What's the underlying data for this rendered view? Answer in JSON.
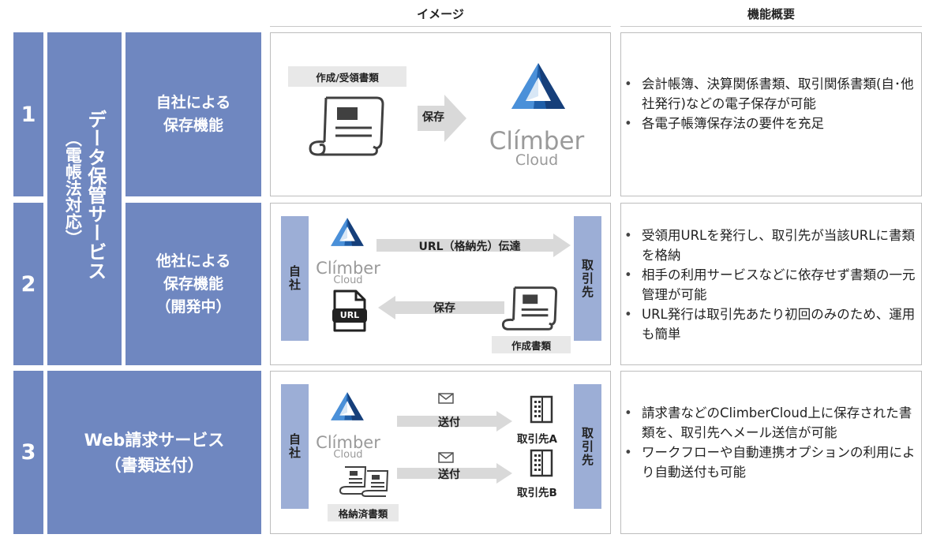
{
  "headers": {
    "image": "イメージ",
    "overview": "機能概要"
  },
  "category_vertical": "データ保管サービス",
  "category_sub": "（電帳法対応）",
  "rows": [
    {
      "num": "1",
      "service": [
        "自社による",
        "保存機能"
      ]
    },
    {
      "num": "2",
      "service": [
        "他社による",
        "保存機能",
        "（開発中）"
      ]
    },
    {
      "num": "3",
      "service": [
        "Web請求サービス",
        "（書類送付）"
      ]
    }
  ],
  "row1_image": {
    "doc_label": "作成/受領書類",
    "arrow_label": "保存",
    "logo": {
      "main": "Clímber",
      "sub": "Cloud"
    }
  },
  "row2_image": {
    "left_band": "自社",
    "right_band": "取引先",
    "logo": {
      "main": "Clímber",
      "sub": "Cloud"
    },
    "top_arrow": "URL（格納先）伝達",
    "bottom_arrow": "保存",
    "url_file": "URL",
    "doc_label": "作成書類"
  },
  "row3_image": {
    "left_band": "自社",
    "right_band": "取引先",
    "logo": {
      "main": "Clímber",
      "sub": "Cloud"
    },
    "send_label_1": "送付",
    "send_label_2": "送付",
    "partner_a": "取引先A",
    "partner_b": "取引先B",
    "docs_label": "格納済書類"
  },
  "descriptions": [
    [
      "会計帳簿、決算関係書類、取引関係書類(自･他社発行)などの電子保存が可能",
      "各電子帳簿保存法の要件を充足"
    ],
    [
      "受領用URLを発行し、取引先が当該URLに書類を格納",
      "相手の利用サービスなどに依存せず書類の一元管理が可能",
      "URL発行は取引先あたり初回のみのため、運用も簡単"
    ],
    [
      "請求書などのClimberCloud上に保存された書類を、取引先へメール送信が可能",
      "ワークフローや自動連携オプションの利用により自動送付も可能"
    ]
  ],
  "colors": {
    "header_blue": "#6f87c0",
    "band_blue": "#9caed6",
    "logo_dark": "#1f5ea8",
    "logo_light": "#4a90d9",
    "arrow_gray": "#d9d9d9"
  }
}
